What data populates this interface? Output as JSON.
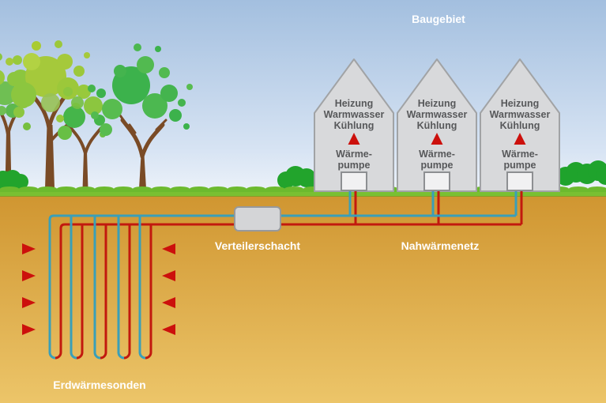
{
  "labels": {
    "baugebiet": "Baugebiet",
    "verteilerschacht": "Verteilerschacht",
    "nahwaermenetz": "Nahwärmenetz",
    "erdwaermesonden": "Erdwärmesonden"
  },
  "houses": [
    {
      "services": [
        "Heizung",
        "Warmwasser",
        "Kühlung"
      ],
      "pump": [
        "Wärme-",
        "pumpe"
      ]
    },
    {
      "services": [
        "Heizung",
        "Warmwasser",
        "Kühlung"
      ],
      "pump": [
        "Wärme-",
        "pumpe"
      ]
    },
    {
      "services": [
        "Heizung",
        "Warmwasser",
        "Kühlung"
      ],
      "pump": [
        "Wärme-",
        "pumpe"
      ]
    }
  ],
  "colors": {
    "pipe_cold": "#3A9FB8",
    "pipe_warm": "#C2190E",
    "arrow": "#CC100C",
    "house_fill": "#D8D9DB",
    "house_border": "#A1A3A5",
    "house_text": "#57585A",
    "shaft_fill": "#D4D5D7",
    "label_text": "#FFFFFF",
    "grass": "#6CBA2E",
    "ground_top": "#D09631",
    "ground_bottom": "#ECC569",
    "sky_top": "#A3BFDF",
    "sky_bottom": "#EEF3FA"
  },
  "icons": {
    "heat_flow_arrow": "red-triangle",
    "pump_heat_arrow": "red-triangle-up"
  }
}
